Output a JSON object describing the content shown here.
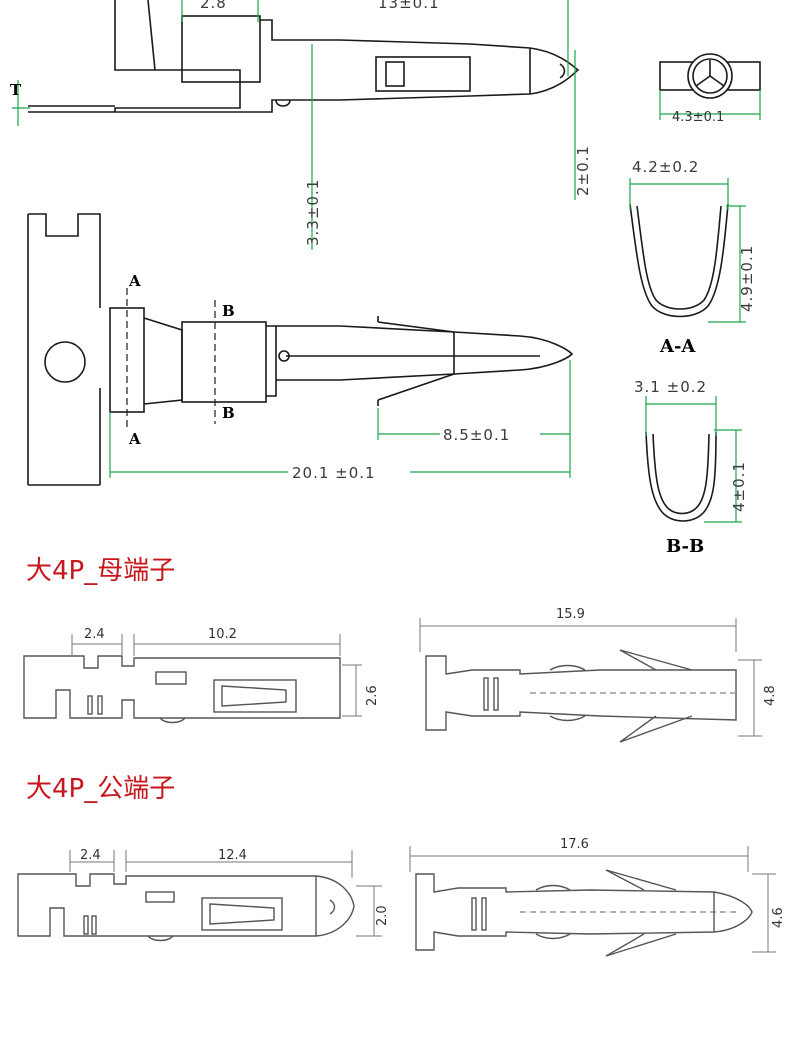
{
  "section_female": {
    "title": "大4P_母端子",
    "dims": {
      "a": "2.4",
      "b": "10.2",
      "h": "2.6",
      "len": "15.9",
      "w": "4.8"
    }
  },
  "section_male": {
    "title": "大4P_公端子",
    "dims": {
      "a": "2.4",
      "b": "12.4",
      "h": "2.0",
      "len": "17.6",
      "w": "4.6"
    }
  },
  "top_drawing": {
    "dims": {
      "d1": "2.8",
      "d2": "13±0.1",
      "d3": "4.3±0.1",
      "d4": "3.3±0.1",
      "d5": "2±0.1",
      "d6": "4.2±0.2",
      "d7": "4.9±0.1",
      "d8": "3.1 ±0.2",
      "d9": "4±0.1",
      "d10": "8.5±0.1",
      "d11": "20.1 ±0.1"
    },
    "labels": {
      "A": "A",
      "B": "B",
      "AA": "A-A",
      "BB": "B-B",
      "T": "T"
    }
  },
  "colors": {
    "heading": "#c8161d",
    "dimension": "#1aa84a",
    "outline": "#1a1a1a",
    "photo_outline": "#555555"
  }
}
